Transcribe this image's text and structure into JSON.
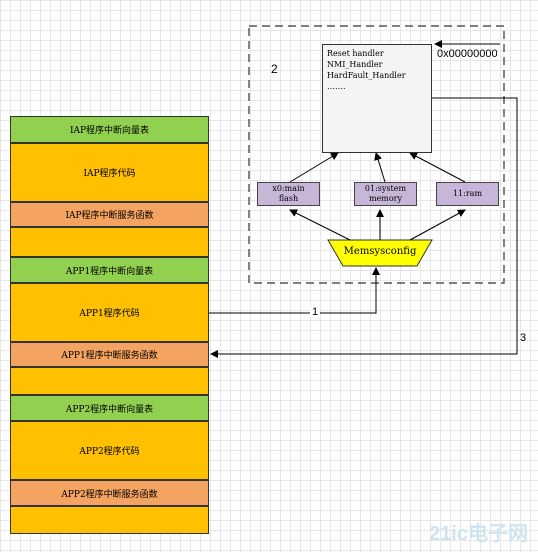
{
  "memory_map": {
    "blocks": [
      {
        "label": "IAP程序中断向量表",
        "color": "green"
      },
      {
        "label": "IAP程序代码",
        "color": "yellow"
      },
      {
        "label": "IAP程序中断服务函数",
        "color": "salmon"
      },
      {
        "label": "",
        "color": "yellow"
      },
      {
        "label": "APP1程序中断向量表",
        "color": "green"
      },
      {
        "label": "APP1程序代码",
        "color": "yellow"
      },
      {
        "label": "APP1程序中断服务函数",
        "color": "salmon"
      },
      {
        "label": "",
        "color": "yellow"
      },
      {
        "label": "APP2程序中断向量表",
        "color": "green"
      },
      {
        "label": "APP2程序代码",
        "color": "yellow"
      },
      {
        "label": "APP2程序中断服务函数",
        "color": "salmon"
      },
      {
        "label": "",
        "color": "yellow"
      }
    ]
  },
  "vector_table": {
    "entries": [
      "Reset handler",
      "NMI_Handler",
      "HardFault_Handler",
      "……."
    ],
    "address": "0x00000000"
  },
  "boot_region_label": "2",
  "sources": [
    {
      "line1": "x0:main",
      "line2": "flash"
    },
    {
      "line1": "01:system",
      "line2": "memory"
    },
    {
      "line1": "11:ram",
      "line2": ""
    }
  ],
  "mux_label": "Memsysconfig",
  "arrow_labels": {
    "a1": "1",
    "a3": "3"
  },
  "watermark": "21ic电子网",
  "colors": {
    "green": "#92d050",
    "yellow": "#ffc000",
    "salmon": "#f4a460",
    "selector": "#c8b6d8",
    "mux": "#ffff00"
  }
}
